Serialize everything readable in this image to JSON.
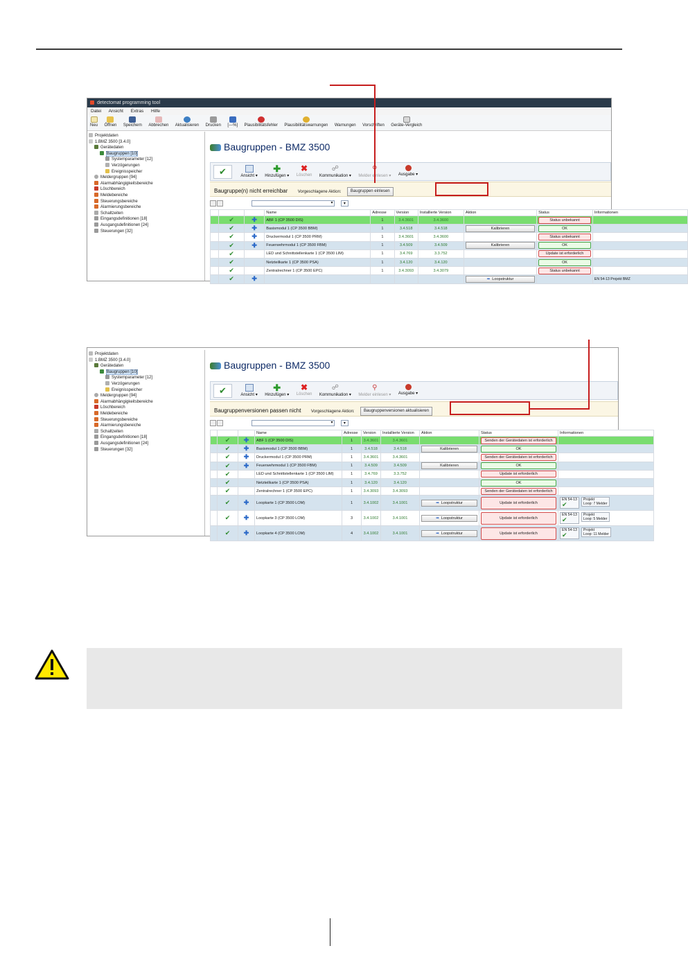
{
  "app": {
    "window_title": "detectomat programming tool",
    "menu": [
      "Datei",
      "Ansicht",
      "Extras",
      "Hilfe"
    ],
    "toolbar": [
      "Neu",
      "Öffnen",
      "Speichern",
      "Abbrechen",
      "Aktualisieren",
      "Drucken",
      "[---%]",
      "Plausibilitätsfehler",
      "Plausibilitätswarnungen",
      "Warnungen",
      "Vorschriften",
      "Geräte-Vergleich"
    ]
  },
  "tree": [
    {
      "label": "Projektdaten",
      "depth": 0
    },
    {
      "label": "1.BMZ 3500 [3.4.0]",
      "depth": 0
    },
    {
      "label": "Gerätedaten",
      "depth": 1
    },
    {
      "label": "Baugruppen [10]",
      "depth": 2,
      "selected": true
    },
    {
      "label": "Systemparameter [12]",
      "depth": 3
    },
    {
      "label": "Verzögerungen",
      "depth": 3
    },
    {
      "label": "Ereignisspeicher",
      "depth": 3
    },
    {
      "label": "Meldergruppen [94]",
      "depth": 1
    },
    {
      "label": "Alarmabhängigkeitsbereiche",
      "depth": 1
    },
    {
      "label": "Löschbereich",
      "depth": 1
    },
    {
      "label": "Meldebereiche",
      "depth": 1
    },
    {
      "label": "Steuerungsbereiche",
      "depth": 1
    },
    {
      "label": "Alarmierungsbereiche",
      "depth": 1
    },
    {
      "label": "Schaltzeiten",
      "depth": 1
    },
    {
      "label": "Eingangsdefinitionen [18]",
      "depth": 1
    },
    {
      "label": "Ausgangsdefinitionen [24]",
      "depth": 1
    },
    {
      "label": "Steuerungen [32]",
      "depth": 1
    }
  ],
  "page_title": "Baugruppen - BMZ 3500",
  "actionbar": {
    "ansicht": "Ansicht",
    "hinzufuegen": "Hinzufügen",
    "loeschen": "Löschen",
    "kommunikation": "Kommunikation",
    "melder_einlesen": "Melder einlesen",
    "ausgabe": "Ausgabe"
  },
  "columns": [
    "Name",
    "Adresse",
    "Version",
    "Installierte Version",
    "Aktion",
    "Status",
    "Informationen"
  ],
  "shot1": {
    "alert_text": "Baugruppe(n) nicht erreichbar",
    "suggest_label": "Vorgeschlagene Aktion:",
    "alert_button": "Baugruppen einlesen",
    "rows": [
      {
        "name": "ABF 1 (CP 3500 DIS)",
        "addr": "1",
        "ver": "3.4.3601",
        "inst": "3.4.3600",
        "action": "",
        "status": "Status unbekannt",
        "status_kind": "red",
        "bg": "green",
        "plus": true
      },
      {
        "name": "Basismodul 1 (CP 3500 BBM)",
        "addr": "1",
        "ver": "3.4.518",
        "inst": "3.4.518",
        "action": "Kalibrieren",
        "status": "OK",
        "status_kind": "green",
        "bg": "blue",
        "plus": true
      },
      {
        "name": "Druckermodul 1 (CP 3500 PRM)",
        "addr": "1",
        "ver": "3.4.3601",
        "inst": "3.4.3600",
        "action": "",
        "status": "Status unbekannt",
        "status_kind": "red",
        "bg": "white",
        "plus": true
      },
      {
        "name": "Feuerwehrmodul 1 (CP 3500 FBM)",
        "addr": "1",
        "ver": "3.4.509",
        "inst": "3.4.509",
        "action": "Kalibrieren",
        "status": "OK",
        "status_kind": "green",
        "bg": "blue",
        "plus": true
      },
      {
        "name": "LED und Schnittstellenkarte 1 (CP 3500 LIM)",
        "addr": "1",
        "ver": "3.4.769",
        "inst": "3.3.752",
        "action": "",
        "status": "Update ist erforderlich",
        "status_kind": "red",
        "bg": "white",
        "plus": false
      },
      {
        "name": "Netzteilkarte 1 (CP 3500 PSA)",
        "addr": "1",
        "ver": "3.4.120",
        "inst": "3.4.120",
        "action": "",
        "status": "OK",
        "status_kind": "green",
        "bg": "blue",
        "plus": false
      },
      {
        "name": "Zentralrechner 1 (CP 3500 EPC)",
        "addr": "1",
        "ver": "3.4.3093",
        "inst": "3.4.3079",
        "action": "",
        "status": "Status unbekannt",
        "status_kind": "red",
        "bg": "white",
        "plus": false
      },
      {
        "name": "",
        "addr": "",
        "ver": "",
        "inst": "",
        "action": "Loopstruktur",
        "status": "",
        "status_kind": "red",
        "bg": "blue",
        "plus": true,
        "info": "EN 54-13  Projekt  BMZ"
      }
    ]
  },
  "shot2": {
    "alert_text": "Baugruppenversionen passen nicht",
    "suggest_label": "Vorgeschlagene Aktion:",
    "alert_button": "Baugruppenversionen aktualisieren",
    "rows": [
      {
        "name": "ABF 1 (CP 3500 DIS)",
        "addr": "1",
        "ver": "3.4.3601",
        "inst": "3.4.3601",
        "action": "",
        "status": "Senden der Gerätedaten ist erforderlich",
        "status_kind": "red",
        "bg": "green",
        "plus": true
      },
      {
        "name": "Basismodul 1 (CP 3500 BBM)",
        "addr": "1",
        "ver": "3.4.518",
        "inst": "3.4.518",
        "action": "Kalibrieren",
        "status": "OK",
        "status_kind": "green",
        "bg": "blue",
        "plus": true
      },
      {
        "name": "Druckermodul 1 (CP 3500 PRM)",
        "addr": "1",
        "ver": "3.4.3601",
        "inst": "3.4.3601",
        "action": "",
        "status": "Senden der Gerätedaten ist erforderlich",
        "status_kind": "red",
        "bg": "white",
        "plus": true
      },
      {
        "name": "Feuerwehrmodul 1 (CP 3500 FBM)",
        "addr": "1",
        "ver": "3.4.509",
        "inst": "3.4.509",
        "action": "Kalibrieren",
        "status": "OK",
        "status_kind": "green",
        "bg": "blue",
        "plus": true
      },
      {
        "name": "LED und Schnittstellenkarte 1 (CP 3500 LIM)",
        "addr": "1",
        "ver": "3.4.769",
        "inst": "3.3.752",
        "action": "",
        "status": "Update ist erforderlich",
        "status_kind": "red",
        "bg": "white",
        "plus": false
      },
      {
        "name": "Netzteilkarte 1 (CP 3500 PSA)",
        "addr": "1",
        "ver": "3.4.120",
        "inst": "3.4.120",
        "action": "",
        "status": "OK",
        "status_kind": "green",
        "bg": "blue",
        "plus": false
      },
      {
        "name": "Zentralrechner 1 (CP 3500 EPC)",
        "addr": "1",
        "ver": "3.4.3093",
        "inst": "3.4.3093",
        "action": "",
        "status": "Senden der Gerätedaten ist erforderlich",
        "status_kind": "red",
        "bg": "white",
        "plus": false
      },
      {
        "name": "Loopkarte 1 (CP 3500 LOM)",
        "addr": "1",
        "ver": "3.4.1002",
        "inst": "3.4.1001",
        "action": "Loopstruktur",
        "status": "Update ist erforderlich",
        "status_kind": "red",
        "bg": "blue",
        "plus": true,
        "tall": true,
        "info_a": "EN 54-13",
        "info_b1": "Projekt",
        "info_b2": "Loop: 7 Melder"
      },
      {
        "name": "Loopkarte 3 (CP 3500 LOM)",
        "addr": "3",
        "ver": "3.4.1002",
        "inst": "3.4.1001",
        "action": "Loopstruktur",
        "status": "Update ist erforderlich",
        "status_kind": "red",
        "bg": "white",
        "plus": true,
        "tall": true,
        "info_a": "EN 54-13",
        "info_b1": "Projekt",
        "info_b2": "Loop: 5 Melder"
      },
      {
        "name": "Loopkarte 4 (CP 3500 LOM)",
        "addr": "4",
        "ver": "3.4.1002",
        "inst": "3.4.1001",
        "action": "Loopstruktur",
        "status": "Update ist erforderlich",
        "status_kind": "red",
        "bg": "blue",
        "plus": true,
        "tall": true,
        "info_a": "EN 54-13",
        "info_b1": "Projekt",
        "info_b2": "Loop: 11 Melder"
      }
    ]
  },
  "colors": {
    "callout_red": "#c61d1d",
    "row_green": "#79dd6f",
    "row_blue": "#d5e3ee",
    "title_blue": "#0d2a66",
    "warn_bg": "#e8e8e8",
    "warn_yellow": "#ffe800"
  },
  "icons": [
    "warning-icon",
    "checkmark-icon",
    "plus-icon",
    "arrow-right-icon"
  ]
}
